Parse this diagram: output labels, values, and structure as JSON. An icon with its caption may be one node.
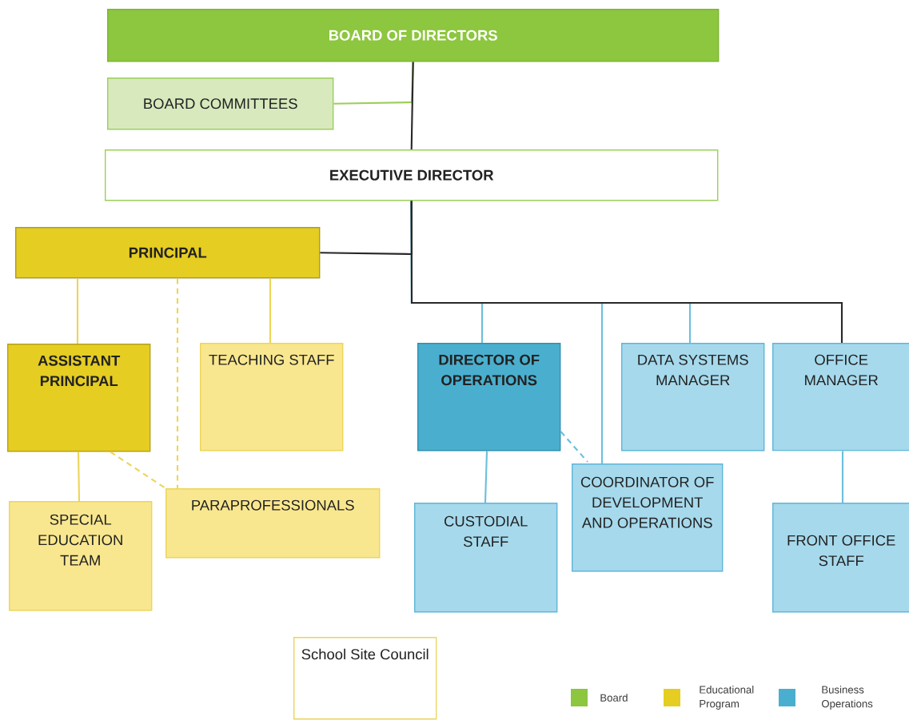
{
  "diagram": {
    "nodes": [
      {
        "text": [
          "BOARD OF DIRECTORS"
        ]
      },
      {
        "text": [
          "BOARD COMMITTEES"
        ]
      },
      {
        "text": [
          "EXECUTIVE DIRECTOR"
        ]
      },
      {
        "text": [
          "PRINCIPAL"
        ]
      },
      {
        "text": [
          "ASSISTANT PRINCIPAL"
        ]
      },
      {
        "text": [
          "TEACHING STAFF"
        ]
      },
      {
        "text": [
          "DIRECTOR OF OPERATIONS"
        ]
      },
      {
        "text": [
          "DATA SYSTEMS MANAGER"
        ]
      },
      {
        "text": [
          "OFFICE MANAGER"
        ]
      },
      {
        "text": [
          "SPECIAL EDUCATION TEAM"
        ]
      },
      {
        "text": [
          "PARAPROFESSIONALS"
        ]
      },
      {
        "text": [
          "CUSTODIAL STAFF"
        ]
      },
      {
        "text": [
          "COORDINATOR OF DEVELOPMENT AND OPERATIONS"
        ]
      },
      {
        "text": [
          "FRONT OFFICE STAFF"
        ]
      },
      {
        "text": [
          "School Site Council"
        ]
      }
    ],
    "edges": [
      {
        "from": 0,
        "to": 2,
        "arrow": "none",
        "color": "#282828"
      },
      {
        "from": 0,
        "to": 1,
        "arrow": "none",
        "color": "#9ccf5a"
      },
      {
        "from": 2,
        "to": 3,
        "arrow": "none",
        "color": "#282828"
      },
      {
        "from": 2,
        "to": 8,
        "arrow": "none",
        "color": "#282828"
      },
      {
        "from": 2,
        "to": 6,
        "arrow": "none",
        "color": "#6cbfdc"
      },
      {
        "from": 2,
        "to": 12,
        "arrow": "none",
        "color": "#6cbfdc"
      },
      {
        "from": 2,
        "to": 7,
        "arrow": "none",
        "color": "#6cbfdc"
      },
      {
        "from": 3,
        "to": 4,
        "arrow": "none",
        "color": "#ecd55a"
      },
      {
        "from": 3,
        "to": 10,
        "arrow": "none",
        "style": "dashed",
        "color": "#ecd55a"
      },
      {
        "from": 3,
        "to": 5,
        "arrow": "none",
        "color": "#ecd55a"
      },
      {
        "from": 4,
        "to": 9,
        "arrow": "none",
        "color": "#ecd55a"
      },
      {
        "from": 4,
        "to": 10,
        "arrow": "none",
        "style": "dashed",
        "color": "#ecd55a"
      },
      {
        "from": 6,
        "to": 11,
        "arrow": "none",
        "color": "#6cbfdc"
      },
      {
        "from": 6,
        "to": 12,
        "arrow": "none",
        "style": "dashed",
        "color": "#6cbfdc"
      },
      {
        "from": 8,
        "to": 13,
        "arrow": "none",
        "color": "#6cbfdc"
      }
    ],
    "legend": [
      {
        "text": "Board",
        "color": "#8dc63f"
      },
      {
        "text": "Educational Program",
        "color": "#e5cd22"
      },
      {
        "text": "Business Operations",
        "color": "#4aafcf"
      }
    ]
  }
}
